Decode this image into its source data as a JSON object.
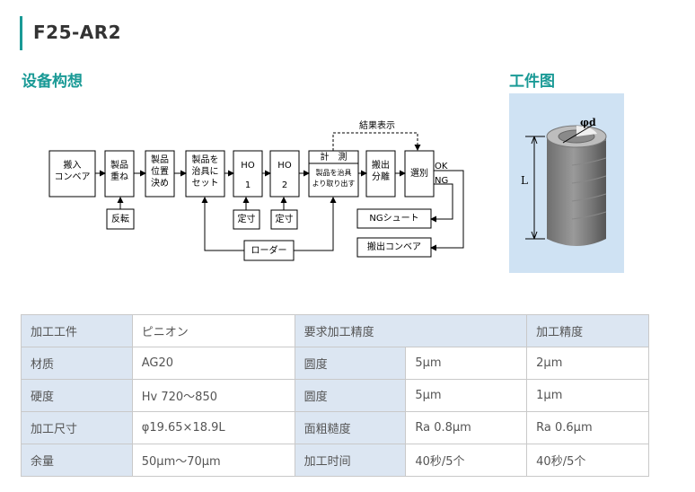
{
  "model": "F25-AR2",
  "sections": {
    "equipment": "设备构想",
    "workpiece": "工件图"
  },
  "diagram": {
    "boxes": {
      "carry_in": [
        "搬入",
        "コンベア"
      ],
      "stack": [
        "製品",
        "重ね"
      ],
      "position": [
        "製品",
        "位置",
        "決め"
      ],
      "set": [
        "製品を",
        "治具に",
        "セット"
      ],
      "ho1": [
        "HO",
        "1"
      ],
      "ho2": [
        "HO",
        "2"
      ],
      "measure_top": "計　測",
      "measure_bottom": [
        "製品を治具",
        "より取り出す"
      ],
      "carry_out_split": [
        "搬出",
        "分離"
      ],
      "sort": "選別",
      "reverse": "反転",
      "size1": "定寸",
      "size2": "定寸",
      "loader": "ローダー",
      "ng_chute": "NGシュート",
      "carry_out_conveyor": "搬出コンベア"
    },
    "result_display": "結果表示",
    "ok": "OK",
    "ng": "NG"
  },
  "workpiece": {
    "phi_label": "φd",
    "length_label": "L"
  },
  "table": {
    "header": [
      "加工工件",
      "ピニオン",
      "要求加工精度",
      "加工精度"
    ],
    "rows": [
      [
        "材质",
        "AG20",
        "圆度",
        "5μm",
        "2μm"
      ],
      [
        "硬度",
        "Hv 720～850",
        "圆度",
        "5μm",
        "1μm"
      ],
      [
        "加工尺寸",
        "φ19.65×18.9L",
        "面粗糙度",
        "Ra 0.8μm",
        "Ra 0.6μm"
      ],
      [
        "余量",
        "50μm～70μm",
        "加工时间",
        "40秒/5个",
        "40秒/5个"
      ]
    ]
  },
  "colors": {
    "accent": "#1a9a96",
    "table_header_bg": "#dce6f2",
    "workpiece_bg": "#cfe2f3"
  }
}
